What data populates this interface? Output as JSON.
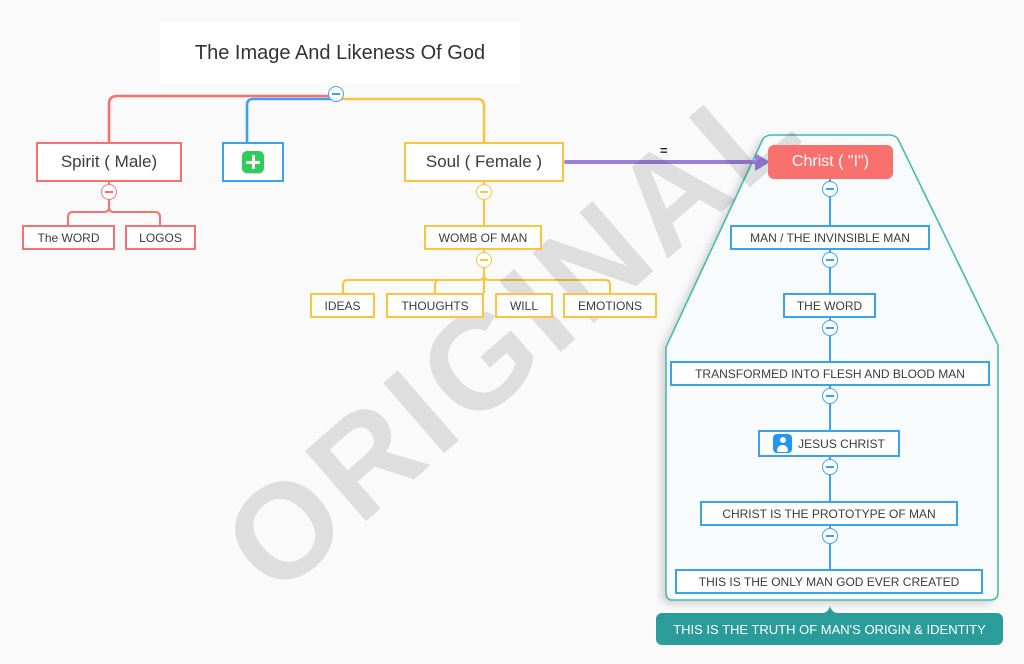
{
  "title": "The Image And Likeness Of God",
  "watermark": "ORIGINAL",
  "link_label": "=",
  "colors": {
    "red": "#f8716f",
    "blue": "#3aa3f0",
    "yellow": "#fcc43c",
    "teal": "#2a9d9b",
    "purple": "#9b7fe0",
    "green": "#2ecc59",
    "background": "#fafafa"
  },
  "branches": {
    "spirit": {
      "label": "Spirit ( Male)",
      "children": [
        {
          "label": "The WORD"
        },
        {
          "label": "LOGOS"
        }
      ]
    },
    "plus": {
      "label": "",
      "icon": "plus-icon"
    },
    "soul": {
      "label": "Soul ( Female )",
      "children": [
        {
          "label": "WOMB OF MAN",
          "children": [
            {
              "label": "IDEAS"
            },
            {
              "label": "THOUGHTS"
            },
            {
              "label": "WILL"
            },
            {
              "label": "EMOTIONS"
            }
          ]
        }
      ]
    },
    "christ": {
      "label": "Christ ( \"I\")",
      "chain": [
        {
          "label": "MAN / THE INVINSIBLE MAN"
        },
        {
          "label": "THE WORD"
        },
        {
          "label": "TRANSFORMED INTO FLESH AND BLOOD MAN"
        },
        {
          "label": "JESUS CHRIST",
          "icon": "person-icon"
        },
        {
          "label": "CHRIST IS THE PROTOTYPE OF MAN"
        },
        {
          "label": "THIS IS THE ONLY MAN GOD EVER CREATED"
        }
      ],
      "callout": "THIS IS THE TRUTH OF MAN'S ORIGIN & IDENTITY"
    }
  }
}
